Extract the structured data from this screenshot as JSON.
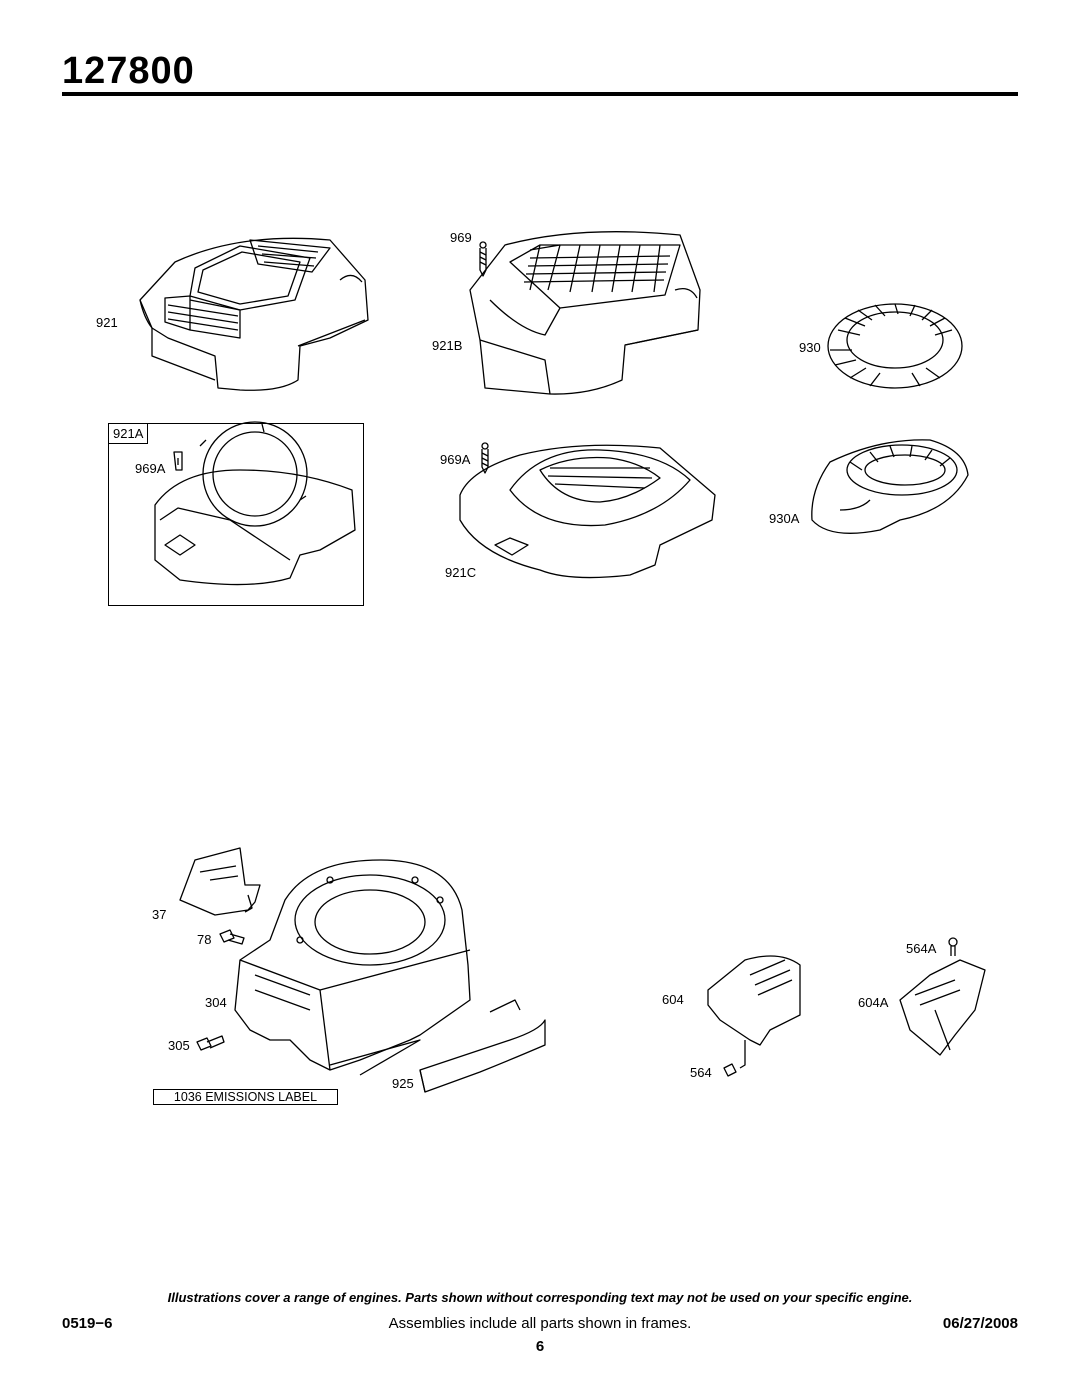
{
  "header": {
    "model_number": "127800"
  },
  "parts": {
    "p921": "921",
    "p921A": "921A",
    "p969A_a": "969A",
    "p969": "969",
    "p921B": "921B",
    "p969A_b": "969A",
    "p921C": "921C",
    "p930": "930",
    "p930A": "930A",
    "p37": "37",
    "p78": "78",
    "p304": "304",
    "p305": "305",
    "p925": "925",
    "p1036": "1036 EMISSIONS LABEL",
    "p564A": "564A",
    "p604": "604",
    "p604A": "604A",
    "p564": "564"
  },
  "footer": {
    "disclaimer": "Illustrations cover a range of engines. Parts shown without corresponding text may not be used on your specific engine.",
    "code": "0519−6",
    "assemblies_note": "Assemblies include all parts shown in frames.",
    "date": "06/27/2008",
    "page_number": "6"
  }
}
